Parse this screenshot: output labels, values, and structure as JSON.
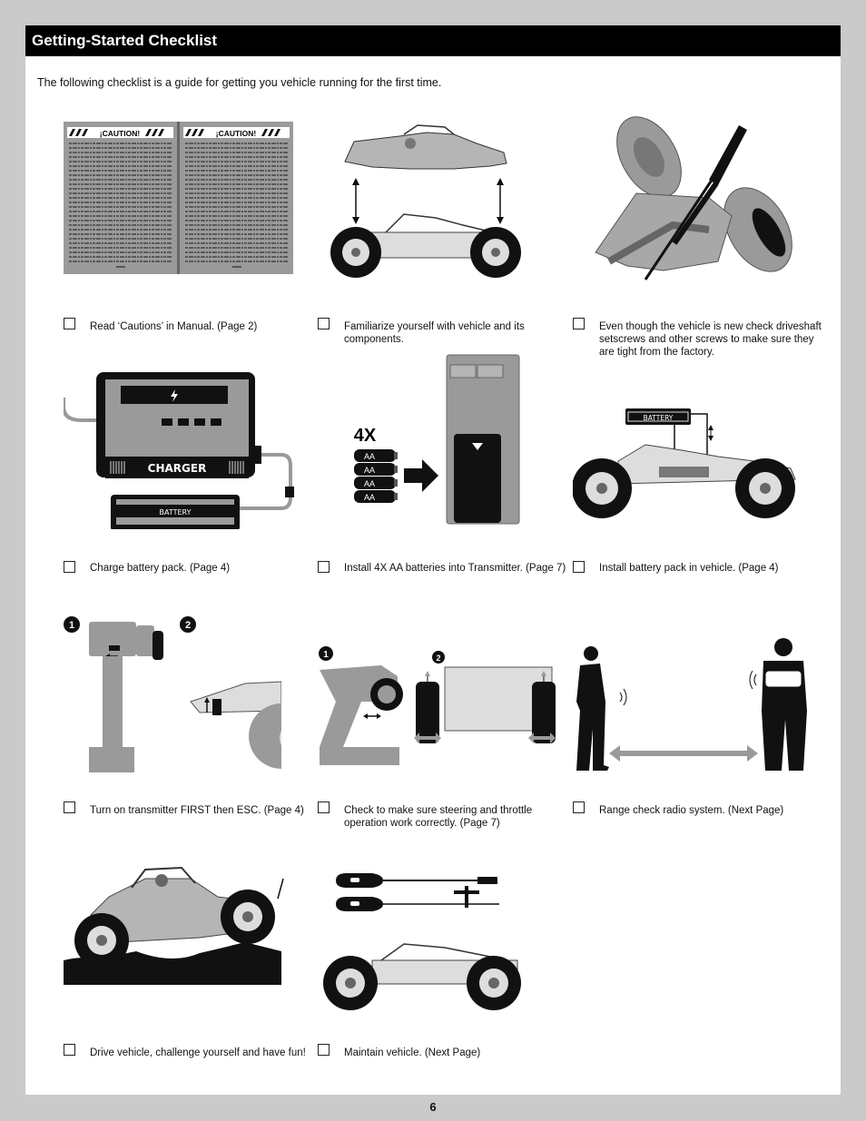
{
  "header": {
    "title": "Getting-Started Checklist"
  },
  "intro": "The following checklist is a guide for getting you vehicle running for the first time.",
  "items": [
    {
      "label": "Read ‘Cautions’ in Manual. (Page 2)",
      "icon": "manual-caution-icon"
    },
    {
      "label": "Familiarize yourself with vehicle and its components.",
      "icon": "vehicle-exploded-icon"
    },
    {
      "label": "Even though the vehicle is new check driveshaft setscrews and other screws to make sure they are tight from the factory.",
      "icon": "screwdriver-chassis-icon"
    },
    {
      "label": "Charge battery pack. (Page 4)",
      "icon": "charger-icon"
    },
    {
      "label": "Install 4X AA batteries into Transmitter. (Page 7)",
      "icon": "transmitter-batteries-icon"
    },
    {
      "label": "Install battery pack in vehicle. (Page 4)",
      "icon": "battery-install-icon"
    },
    {
      "label": "Turn on transmitter FIRST then ESC. (Page 4)",
      "icon": "power-on-icon"
    },
    {
      "label": "Check to make sure steering and throttle operation work correctly. (Page 7)",
      "icon": "steering-check-icon"
    },
    {
      "label": "Range check radio system. (Next Page)",
      "icon": "range-check-icon"
    },
    {
      "label": "Drive vehicle, challenge yourself and have fun!",
      "icon": "crawler-driving-icon"
    },
    {
      "label": "Maintain vehicle. (Next Page)",
      "icon": "tools-maintain-icon"
    }
  ],
  "illustration_text": {
    "caution": "¡CAUTION!",
    "charger": "CHARGER",
    "battery": "BATTERY",
    "count": "4X",
    "aa": "AA",
    "step1": "1",
    "step2": "2"
  },
  "page_number": "6"
}
